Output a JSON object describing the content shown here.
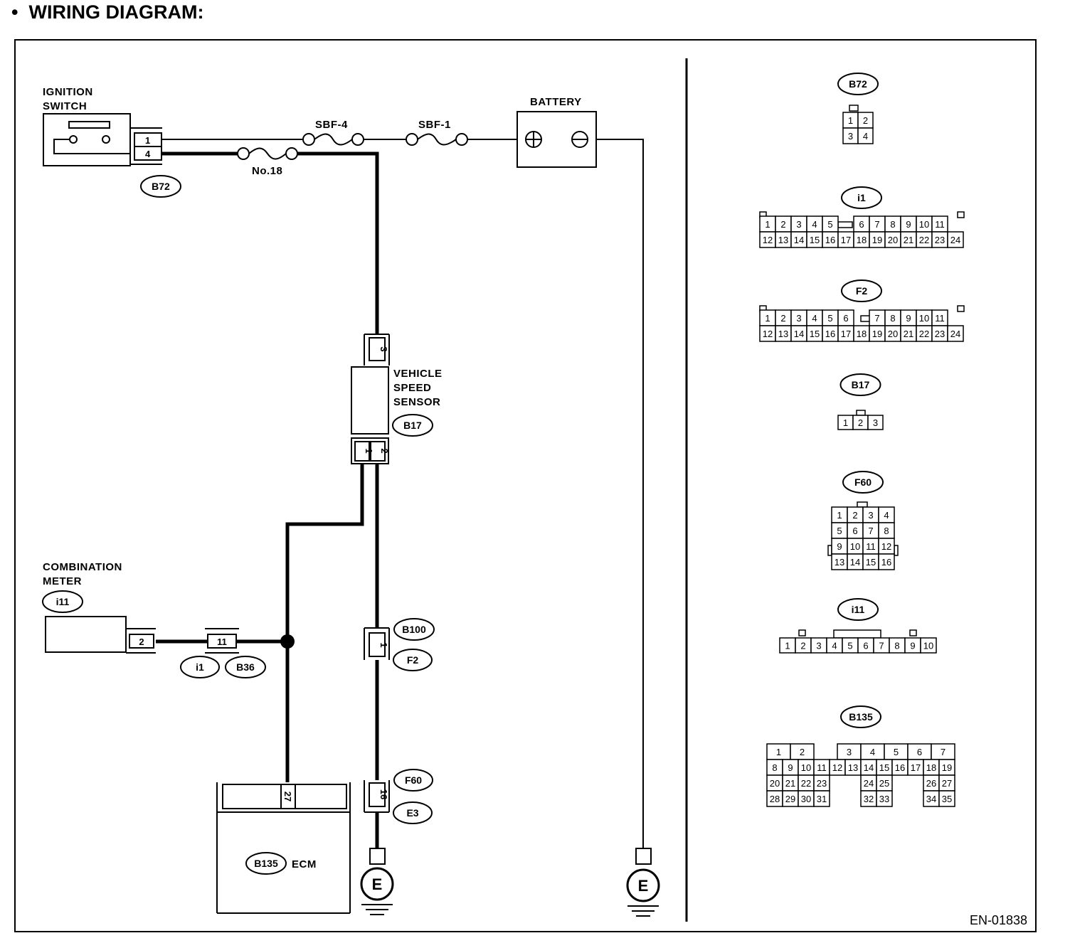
{
  "title": "WIRING DIAGRAM:",
  "bullet": "•",
  "figure_code": "EN-01838",
  "components": {
    "ignition_switch": [
      "IGNITION",
      "SWITCH"
    ],
    "battery": "BATTERY",
    "vehicle_speed_sensor": [
      "VEHICLE",
      "SPEED",
      "SENSOR"
    ],
    "combination_meter": [
      "COMBINATION",
      "METER"
    ],
    "ecm": "ECM",
    "ground": "E"
  },
  "fuses": {
    "sbf4": "SBF-4",
    "sbf1": "SBF-1",
    "no18": "No.18"
  },
  "battery_terminals": {
    "positive": "plus-symbol",
    "negative": "minus-symbol"
  },
  "connector_tags": {
    "b72": "B72",
    "b17": "B17",
    "i11": "i11",
    "i1": "i1",
    "b36": "B36",
    "b100": "B100",
    "f2": "F2",
    "f60": "F60",
    "e3": "E3",
    "b135": "B135"
  },
  "pins": {
    "b72_top": "1",
    "b72_bottom": "4",
    "b17_power": "3",
    "b17_left": "1",
    "b17_right": "2",
    "meter_out": "2",
    "i1_pin": "11",
    "f2_pin": "1",
    "f60_pin": "16",
    "ecm_pin": "27"
  },
  "connector_views": [
    {
      "tag": "B72",
      "rows": [
        [
          "1",
          "2"
        ],
        [
          "3",
          "4"
        ]
      ]
    },
    {
      "tag": "i1",
      "rows": [
        [
          "1",
          "2",
          "3",
          "4",
          "5",
          "",
          "6",
          "7",
          "8",
          "9",
          "10",
          "11"
        ],
        [
          "12",
          "13",
          "14",
          "15",
          "16",
          "17",
          "18",
          "19",
          "20",
          "21",
          "22",
          "23",
          "24"
        ]
      ]
    },
    {
      "tag": "F2",
      "rows": [
        [
          "1",
          "2",
          "3",
          "4",
          "5",
          "6",
          "",
          "7",
          "8",
          "9",
          "10",
          "11"
        ],
        [
          "12",
          "13",
          "14",
          "15",
          "16",
          "17",
          "18",
          "19",
          "20",
          "21",
          "22",
          "23",
          "24"
        ]
      ]
    },
    {
      "tag": "B17",
      "rows": [
        [
          "1",
          "2",
          "3"
        ]
      ]
    },
    {
      "tag": "F60",
      "rows": [
        [
          "1",
          "2",
          "3",
          "4"
        ],
        [
          "5",
          "6",
          "7",
          "8"
        ],
        [
          "9",
          "10",
          "11",
          "12"
        ],
        [
          "13",
          "14",
          "15",
          "16"
        ]
      ]
    },
    {
      "tag": "i11",
      "rows": [
        [
          "1",
          "2",
          "3",
          "4",
          "5",
          "6",
          "7",
          "8",
          "9",
          "10"
        ]
      ]
    },
    {
      "tag": "B135",
      "rows": [
        [
          "1",
          "2",
          "",
          "3",
          "4",
          "5",
          "6",
          "7"
        ],
        [
          "8",
          "9",
          "10",
          "11",
          "12",
          "13",
          "14",
          "15",
          "16",
          "17",
          "18",
          "19"
        ],
        [
          "20",
          "21",
          "22",
          "23",
          "",
          "24",
          "25",
          "",
          "26",
          "27"
        ],
        [
          "28",
          "29",
          "30",
          "31",
          "",
          "32",
          "33",
          "",
          "34",
          "35"
        ]
      ]
    }
  ]
}
